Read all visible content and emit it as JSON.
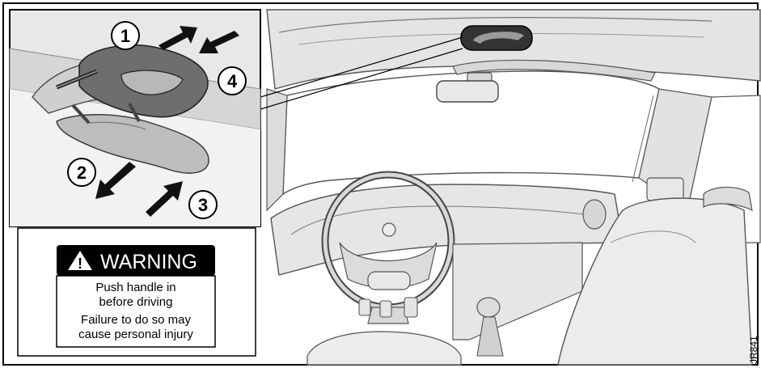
{
  "callouts": {
    "one": "1",
    "two": "2",
    "three": "3",
    "four": "4"
  },
  "warning": {
    "symbol": "!",
    "title": "WARNING",
    "lines": [
      "Push handle in",
      "before driving",
      "Failure to do so may",
      "cause personal injury"
    ]
  },
  "figure_code": "JR841"
}
